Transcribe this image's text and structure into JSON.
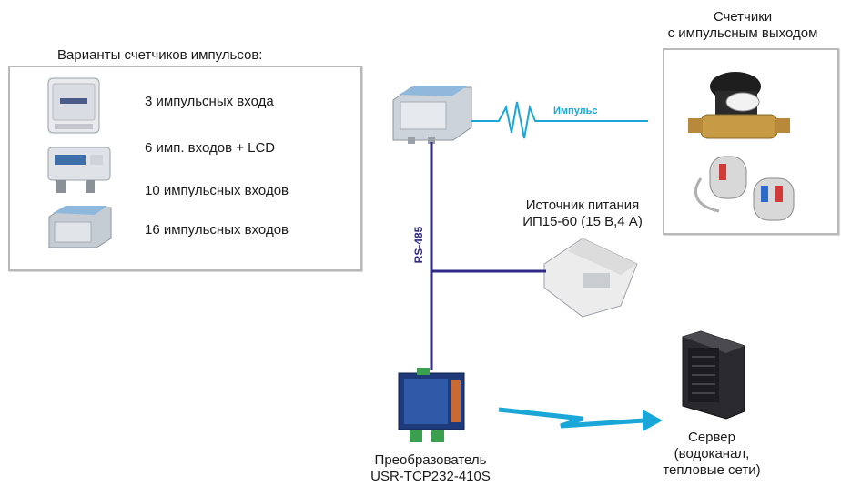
{
  "variants": {
    "title": "Варианты счетчиков импульсов:",
    "items": [
      {
        "label": "3 импульсных входа"
      },
      {
        "label": "6 имп. входов + LCD"
      },
      {
        "label": "10 импульсных входов"
      },
      {
        "label": "16 импульсных входов"
      }
    ]
  },
  "meters": {
    "title_line1": "Счетчики",
    "title_line2": "с импульсным выходом"
  },
  "signal": {
    "label": "Импульс"
  },
  "bus": {
    "label": "RS-485"
  },
  "power_supply": {
    "label_line1": "Источник питания",
    "label_line2": "ИП15-60 (15 В,4 А)"
  },
  "converter": {
    "label_line1": "Преобразователь",
    "label_line2": "USR-TCP232-410S"
  },
  "server": {
    "label_line1": "Сервер",
    "label_line2": "(водоканал,",
    "label_line3": "тепловые сети)"
  },
  "colors": {
    "bus_line": "#2e2a86",
    "pulse": "#1aa7d8",
    "wireless": "#1aa7d8",
    "panel_border": "#b9b9b9"
  }
}
